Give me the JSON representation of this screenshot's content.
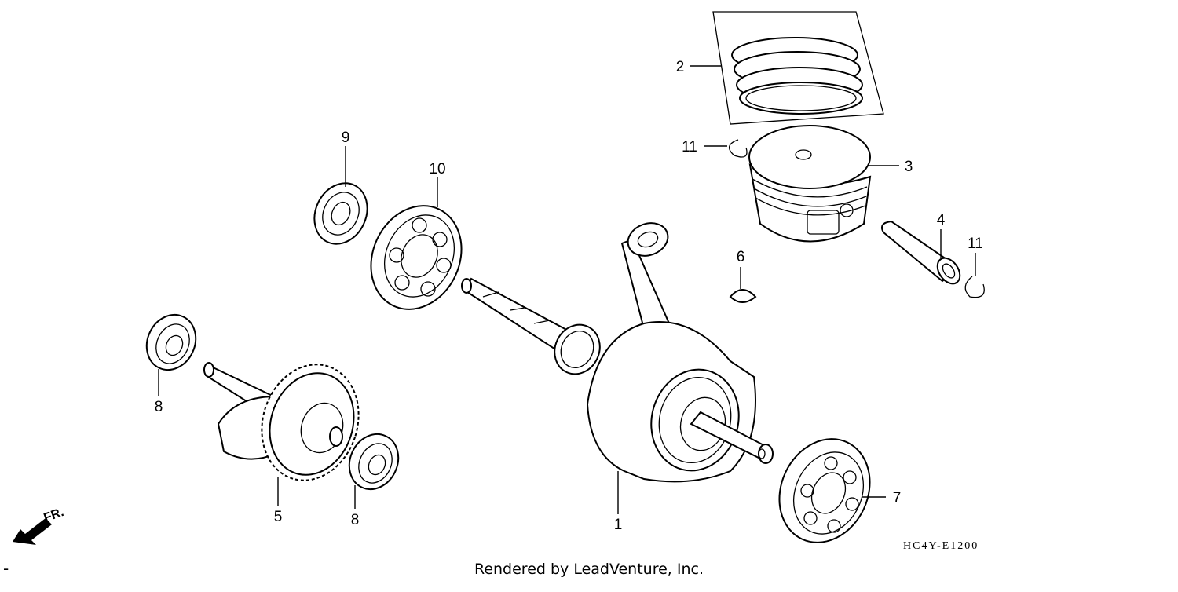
{
  "diagram": {
    "callouts": {
      "p1": "1",
      "p2": "2",
      "p3": "3",
      "p4": "4",
      "p5": "5",
      "p6": "6",
      "p7": "7",
      "p8a": "8",
      "p8b": "8",
      "p9": "9",
      "p10": "10",
      "p11a": "11",
      "p11b": "11"
    },
    "direction_label": "FR.",
    "diagram_code": "HC4Y-E1200"
  },
  "footer": {
    "credit": "Rendered by LeadVenture, Inc.",
    "marker": "-"
  }
}
